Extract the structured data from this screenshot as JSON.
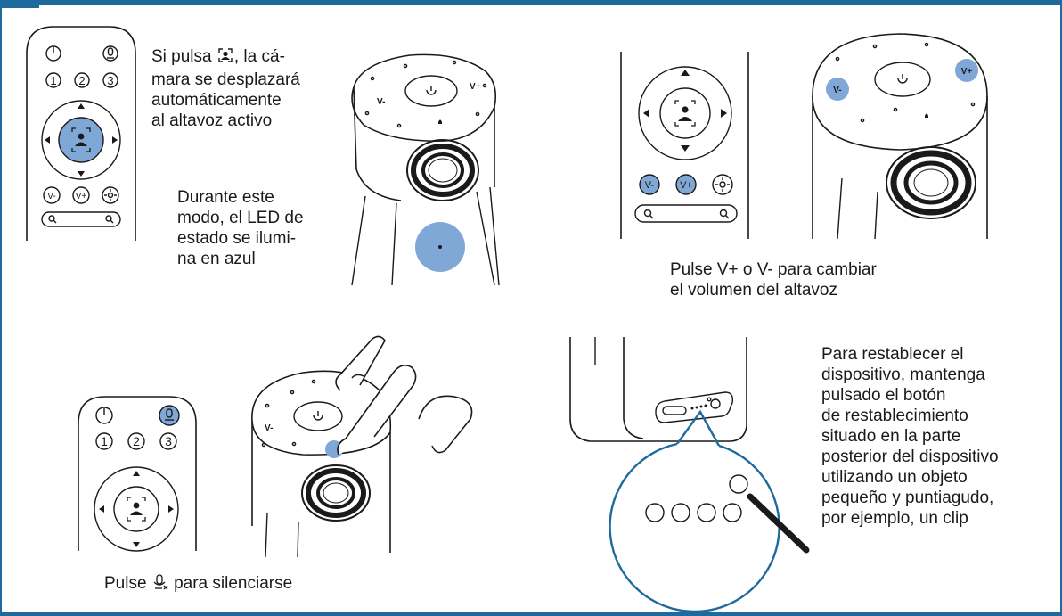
{
  "colors": {
    "accent": "#1e6a9c",
    "highlight": "#7fa8d6",
    "line": "#1a1a1a"
  },
  "remote": {
    "numbers": [
      "1",
      "2",
      "3"
    ],
    "vol_down": "V-",
    "vol_up": "V+"
  },
  "device_top": {
    "vol_down": "V-",
    "vol_up": "V+"
  },
  "panel_auto": {
    "text_prefix": "Si pulsa ",
    "text_lines": ", la cá-",
    "text_rest": [
      "mara se desplazará",
      "automáticamente",
      "al altavoz activo"
    ],
    "led_note": [
      "Durante este",
      "modo, el LED de",
      "estado se ilumi-",
      "na en azul"
    ]
  },
  "panel_volume": {
    "caption": [
      "Pulse V+ o V- para cambiar",
      "el volumen del altavoz"
    ]
  },
  "panel_mute": {
    "caption_prefix": "Pulse ",
    "caption_suffix": " para silenciarse"
  },
  "panel_reset": {
    "caption": [
      "Para restablecer el",
      "dispositivo, mantenga",
      "pulsado el botón",
      "de restablecimiento",
      "situado en la parte",
      "posterior del dispositivo",
      "utilizando un objeto",
      "pequeño y puntiagudo,",
      "por ejemplo, un clip"
    ]
  }
}
